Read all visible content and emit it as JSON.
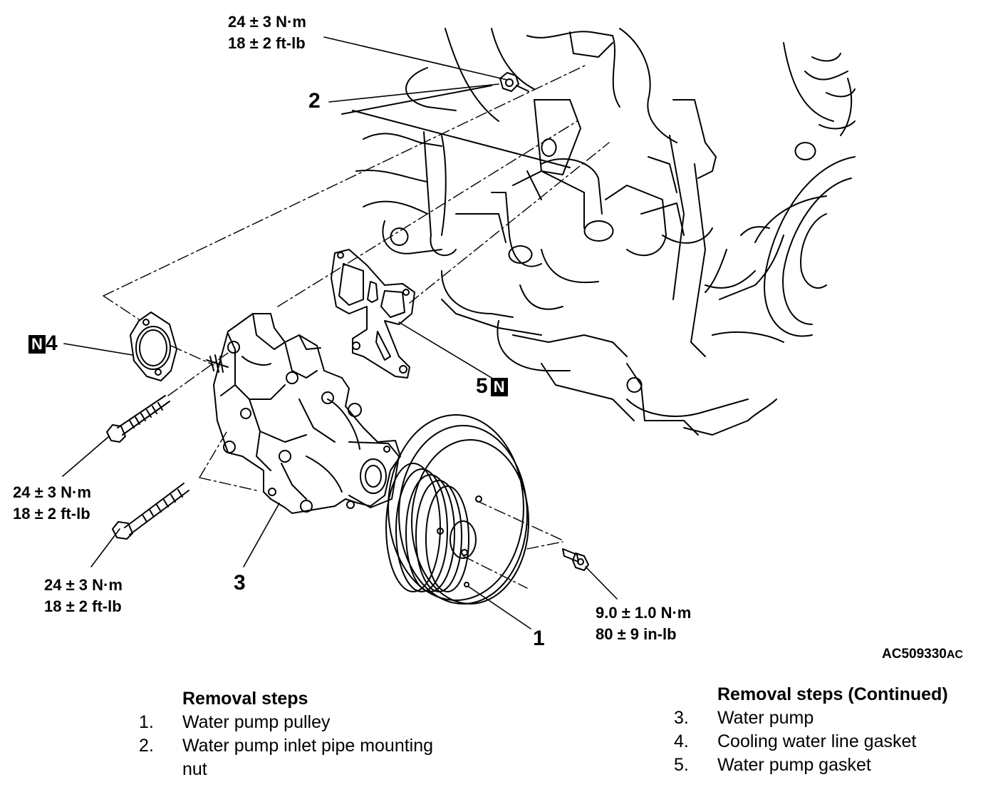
{
  "torque_labels": {
    "t_top": [
      "24 ± 3 N·m",
      "18 ± 2 ft-lb"
    ],
    "t_left_upper": [
      "24 ± 3 N·m",
      "18 ± 2 ft-lb"
    ],
    "t_left_lower": [
      "24 ± 3 N·m",
      "18 ± 2 ft-lb"
    ],
    "t_pulley": [
      "9.0 ± 1.0 N·m",
      "80 ± 9 in-lb"
    ]
  },
  "callouts": {
    "c1": "1",
    "c2": "2",
    "c3": "3",
    "c4": "4",
    "c5": "5",
    "n_mark": "N"
  },
  "figure_id": {
    "main": "AC509330",
    "suffix": "AC"
  },
  "removal_steps": {
    "heading": "Removal steps",
    "items": [
      {
        "num": "1.",
        "text": "Water pump pulley"
      },
      {
        "num": "2.",
        "text": "Water pump inlet pipe mounting",
        "cont": "nut"
      }
    ]
  },
  "removal_steps_continued": {
    "heading": "Removal steps (Continued)",
    "items": [
      {
        "num": "3.",
        "text": "Water pump"
      },
      {
        "num": "4.",
        "text": "Cooling water line gasket"
      },
      {
        "num": "5.",
        "text": "Water pump gasket"
      }
    ]
  }
}
